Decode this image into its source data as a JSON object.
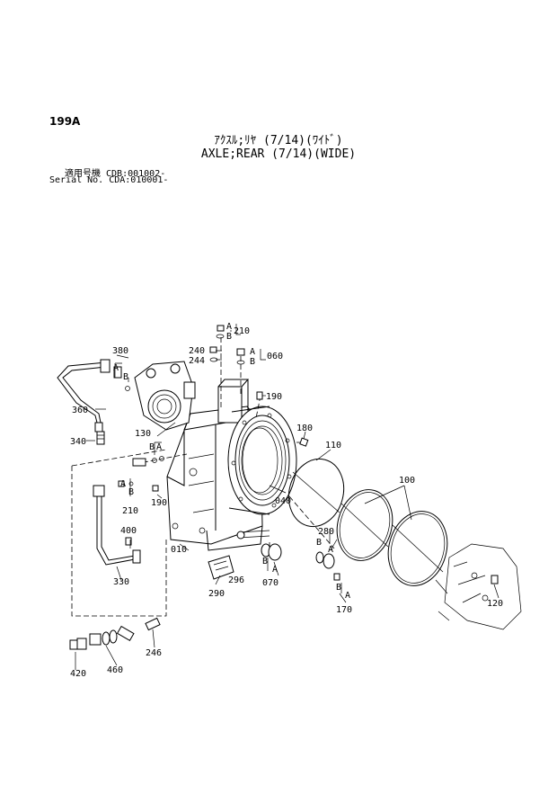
{
  "header": {
    "page_code": "199A",
    "title_ja": "ｱｸｽﾙ;ﾘﾔ (7/14)(ﾜｲﾄﾞ)",
    "title_en": "AXLE;REAR (7/14)(WIDE)",
    "serial_ja": "適用号機 CDB:001002-",
    "serial_en": "Serial No. CDA:010001-"
  },
  "callouts": {
    "c010": "010",
    "c040": "040",
    "c060": "060",
    "c070": "070",
    "c100": "100",
    "c110": "110",
    "c120": "120",
    "c130": "130",
    "c170": "170",
    "c180": "180",
    "c190a": "190",
    "c190b": "190",
    "c210a": "210",
    "c210b": "210",
    "c240": "240",
    "c244": "244",
    "c246": "246",
    "c280": "280",
    "c290": "290",
    "c296": "296",
    "c330": "330",
    "c340": "340",
    "c360": "360",
    "c380": "380",
    "c400": "400",
    "c420": "420",
    "c460": "460"
  },
  "markers": {
    "a": "A",
    "b": "B"
  }
}
